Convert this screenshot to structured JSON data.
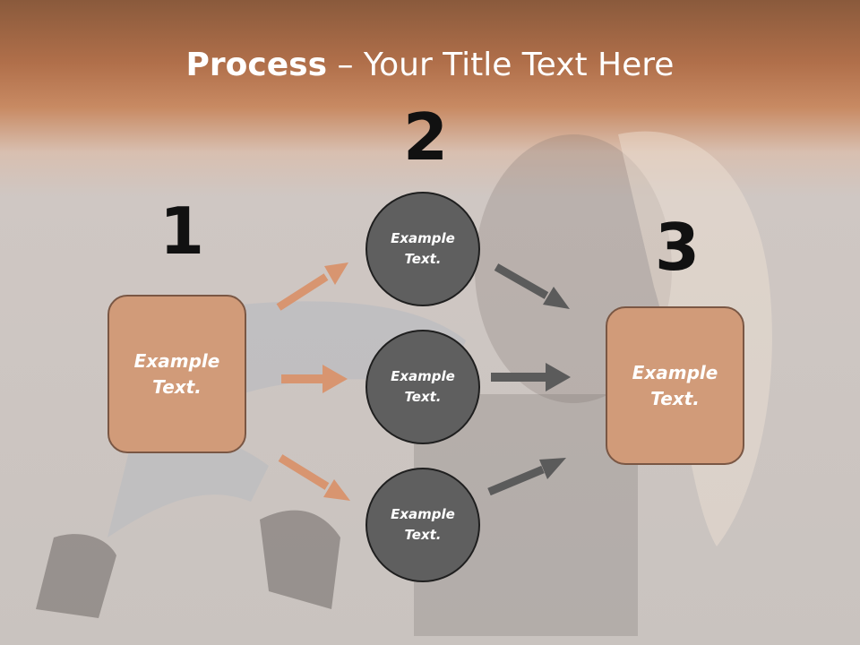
{
  "slide": {
    "title_bold": "Process",
    "title_rest": " – Your Title Text Here",
    "steps": [
      "1",
      "2",
      "3"
    ],
    "box_left": "Example\nText.",
    "circles": [
      "Example\nText.",
      "Example\nText.",
      "Example\nText."
    ],
    "box_right": "Example\nText."
  },
  "colors": {
    "box_fill": "#d19b79",
    "circle_fill": "#5f5f5f",
    "arrow_orange": "#d89570",
    "arrow_gray": "#5b5b5b"
  }
}
